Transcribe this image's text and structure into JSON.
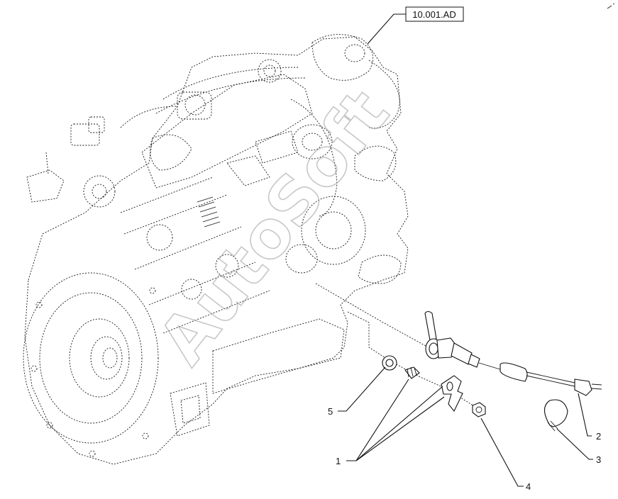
{
  "reference": {
    "label": "10.001.AD"
  },
  "callouts": [
    {
      "id": "callout-1",
      "label": "1"
    },
    {
      "id": "callout-2",
      "label": "2"
    },
    {
      "id": "callout-3",
      "label": "3"
    },
    {
      "id": "callout-4",
      "label": "4"
    },
    {
      "id": "callout-5",
      "label": "5"
    }
  ],
  "watermark": {
    "text": "AutoSoft"
  }
}
